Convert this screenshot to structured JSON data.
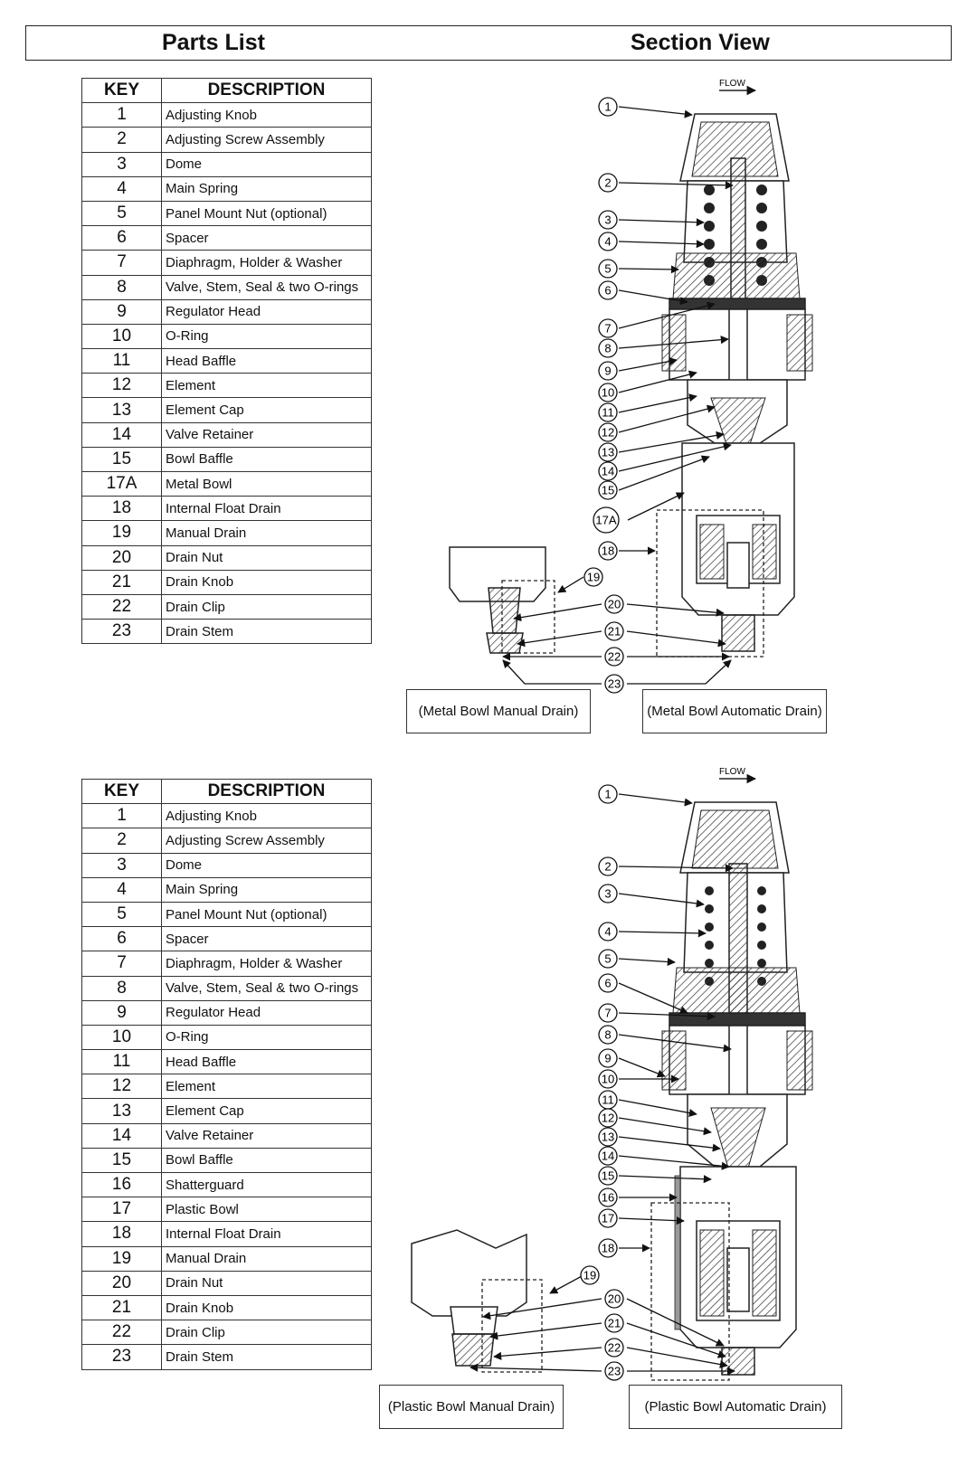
{
  "header": {
    "left_title": "Parts List",
    "right_title": "Section View"
  },
  "table_headers": {
    "key": "KEY",
    "description": "DESCRIPTION"
  },
  "parts_table_1": [
    {
      "key": "1",
      "desc": "Adjusting Knob"
    },
    {
      "key": "2",
      "desc": "Adjusting Screw Assembly"
    },
    {
      "key": "3",
      "desc": "Dome"
    },
    {
      "key": "4",
      "desc": "Main Spring"
    },
    {
      "key": "5",
      "desc": "Panel Mount Nut (optional)"
    },
    {
      "key": "6",
      "desc": "Spacer"
    },
    {
      "key": "7",
      "desc": "Diaphragm, Holder & Washer"
    },
    {
      "key": "8",
      "desc": "Valve, Stem, Seal & two O-rings"
    },
    {
      "key": "9",
      "desc": "Regulator Head"
    },
    {
      "key": "10",
      "desc": "O-Ring"
    },
    {
      "key": "11",
      "desc": "Head Baffle"
    },
    {
      "key": "12",
      "desc": "Element"
    },
    {
      "key": "13",
      "desc": "Element Cap"
    },
    {
      "key": "14",
      "desc": "Valve Retainer"
    },
    {
      "key": "15",
      "desc": "Bowl Baffle"
    },
    {
      "key": "17A",
      "desc": "Metal Bowl"
    },
    {
      "key": "18",
      "desc": "Internal Float Drain"
    },
    {
      "key": "19",
      "desc": "Manual Drain"
    },
    {
      "key": "20",
      "desc": "Drain Nut"
    },
    {
      "key": "21",
      "desc": "Drain Knob"
    },
    {
      "key": "22",
      "desc": "Drain Clip"
    },
    {
      "key": "23",
      "desc": "Drain Stem"
    }
  ],
  "parts_table_2": [
    {
      "key": "1",
      "desc": "Adjusting Knob"
    },
    {
      "key": "2",
      "desc": "Adjusting Screw Assembly"
    },
    {
      "key": "3",
      "desc": "Dome"
    },
    {
      "key": "4",
      "desc": "Main Spring"
    },
    {
      "key": "5",
      "desc": "Panel Mount Nut (optional)"
    },
    {
      "key": "6",
      "desc": "Spacer"
    },
    {
      "key": "7",
      "desc": "Diaphragm, Holder & Washer"
    },
    {
      "key": "8",
      "desc": "Valve, Stem, Seal & two O-rings"
    },
    {
      "key": "9",
      "desc": "Regulator Head"
    },
    {
      "key": "10",
      "desc": "O-Ring"
    },
    {
      "key": "11",
      "desc": "Head Baffle"
    },
    {
      "key": "12",
      "desc": "Element"
    },
    {
      "key": "13",
      "desc": "Element Cap"
    },
    {
      "key": "14",
      "desc": "Valve Retainer"
    },
    {
      "key": "15",
      "desc": "Bowl Baffle"
    },
    {
      "key": "16",
      "desc": "Shatterguard"
    },
    {
      "key": "17",
      "desc": "Plastic Bowl"
    },
    {
      "key": "18",
      "desc": "Internal Float Drain"
    },
    {
      "key": "19",
      "desc": "Manual Drain"
    },
    {
      "key": "20",
      "desc": "Drain Nut"
    },
    {
      "key": "21",
      "desc": "Drain Knob"
    },
    {
      "key": "22",
      "desc": "Drain Clip"
    },
    {
      "key": "23",
      "desc": "Drain Stem"
    }
  ],
  "diagram_1": {
    "flow_label": "FLOW",
    "callouts": [
      "1",
      "2",
      "3",
      "4",
      "5",
      "6",
      "7",
      "8",
      "9",
      "10",
      "11",
      "12",
      "13",
      "14",
      "15",
      "17A",
      "18",
      "19",
      "20",
      "21",
      "22",
      "23"
    ],
    "captions": {
      "manual": "(Metal Bowl Manual Drain)",
      "automatic": "(Metal Bowl Automatic Drain)"
    }
  },
  "diagram_2": {
    "flow_label": "FLOW",
    "callouts": [
      "1",
      "2",
      "3",
      "4",
      "5",
      "6",
      "7",
      "8",
      "9",
      "10",
      "11",
      "12",
      "13",
      "14",
      "15",
      "16",
      "17",
      "18",
      "19",
      "20",
      "21",
      "22",
      "23"
    ],
    "captions": {
      "manual": "(Plastic Bowl Manual Drain)",
      "automatic": "(Plastic Bowl Automatic Drain)"
    }
  }
}
